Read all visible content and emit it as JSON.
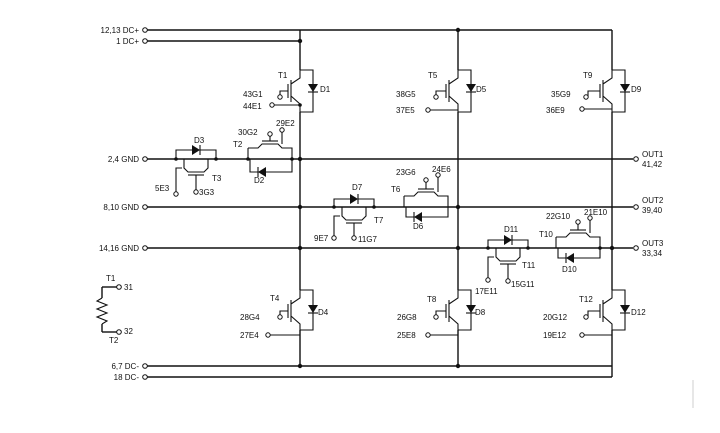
{
  "terminals_left": {
    "dcp_a": "12,13  DC+",
    "dcp_b": "1  DC+",
    "gnd_a": "2,4  GND",
    "gnd_b": "8,10  GND",
    "gnd_c": "14,16  GND",
    "dcn_a": "6,7  DC-",
    "dcn_b": "18  DC-"
  },
  "outputs": {
    "out1": "OUT1",
    "out1_pins": "41,42",
    "out2": "OUT2",
    "out2_pins": "39,40",
    "out3": "OUT3",
    "out3_pins": "33,34"
  },
  "thermistor": {
    "t1": "T1",
    "p31": "31",
    "t2": "T2",
    "p32": "32"
  },
  "devices": {
    "t1": "T1",
    "d1": "D1",
    "g43": "43G1",
    "e44": "44E1",
    "t2": "T2",
    "g30": "30G2",
    "e29": "29E2",
    "d2": "D2",
    "d3": "D3",
    "t3": "T3",
    "e5": "5E3",
    "g3": "3G3",
    "t4": "T4",
    "d4": "D4",
    "g28": "28G4",
    "e27": "27E4",
    "t5": "T5",
    "d5": "D5",
    "g38": "38G5",
    "e37": "37E5",
    "t6": "T6",
    "g23": "23G6",
    "e24": "24E6",
    "d6": "D6",
    "d7": "D7",
    "t7": "T7",
    "e9": "9E7",
    "g11": "11G7",
    "t8": "T8",
    "d8": "D8",
    "g26": "26G8",
    "e25": "25E8",
    "t9": "T9",
    "d9": "D9",
    "g35": "35G9",
    "e36": "36E9",
    "t10": "T10",
    "g22": "22G10",
    "e21": "21E10",
    "d10": "D10",
    "d11": "D11",
    "t11": "T11",
    "e17": "17E11",
    "g15": "15G11",
    "t12": "T12",
    "d12": "D12",
    "g20": "20G12",
    "e19": "19E12"
  }
}
